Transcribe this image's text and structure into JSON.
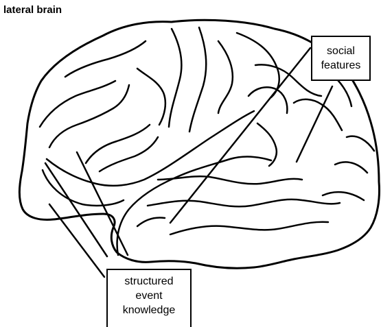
{
  "title": "lateral brain",
  "labels": {
    "social_features": "social\nfeatures",
    "structured_event_knowledge": "structured\nevent\nknowledge"
  },
  "colors": {
    "outline": "#000000",
    "background": "#ffffff"
  }
}
